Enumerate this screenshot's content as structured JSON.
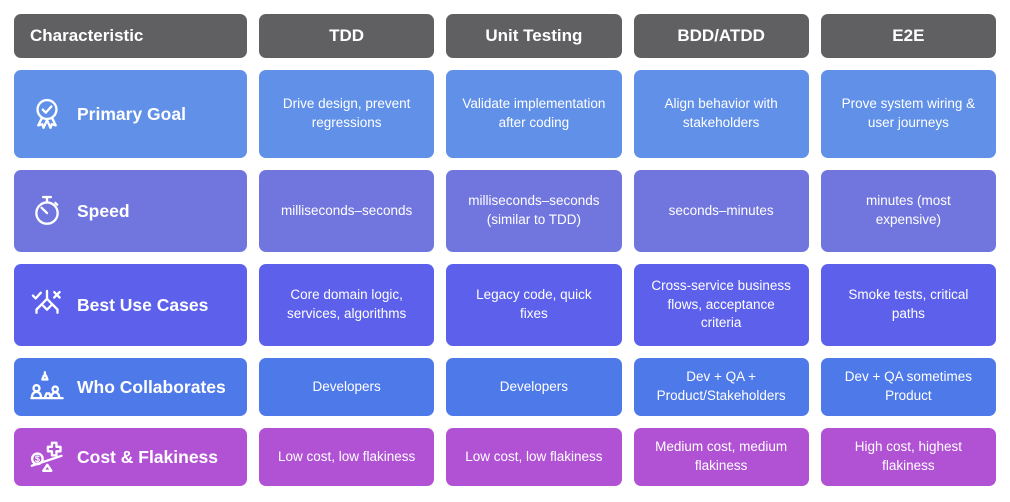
{
  "header": {
    "columns": [
      "Characteristic",
      "TDD",
      "Unit Testing",
      "BDD/ATDD",
      "E2E"
    ]
  },
  "rows": [
    {
      "label": "Primary Goal",
      "icon": "award-check-icon",
      "color": "#6090E8",
      "cells": [
        "Drive design, prevent regressions",
        "Validate implementation after coding",
        "Align behavior with stakeholders",
        "Prove system wiring & user journeys"
      ]
    },
    {
      "label": "Speed",
      "icon": "stopwatch-icon",
      "color": "#7176DF",
      "cells": [
        "milliseconds–seconds",
        "milliseconds–seconds (similar to TDD)",
        "seconds–minutes",
        "minutes (most expensive)"
      ]
    },
    {
      "label": "Best Use Cases",
      "icon": "decision-tree-icon",
      "color": "#5C60EB",
      "cells": [
        "Core domain logic, services, algorithms",
        "Legacy code, quick fixes",
        "Cross-service business flows, acceptance criteria",
        "Smoke tests, critical paths"
      ]
    },
    {
      "label": "Who Collaborates",
      "icon": "collaboration-icon",
      "color": "#4E79E9",
      "cells": [
        "Developers",
        "Developers",
        "Dev + QA + Product/Stakeholders",
        "Dev + QA sometimes Product"
      ]
    },
    {
      "label": "Cost & Flakiness",
      "icon": "cost-scale-icon",
      "color": "#B152D5",
      "cells": [
        "Low cost, low flakiness",
        "Low cost, low flakiness",
        "Medium cost, medium flakiness",
        "High cost, highest flakiness"
      ]
    }
  ],
  "colors": {
    "header_bg": "#606063",
    "page_bg": "#FFFFFF",
    "text": "#FFFFFF"
  }
}
